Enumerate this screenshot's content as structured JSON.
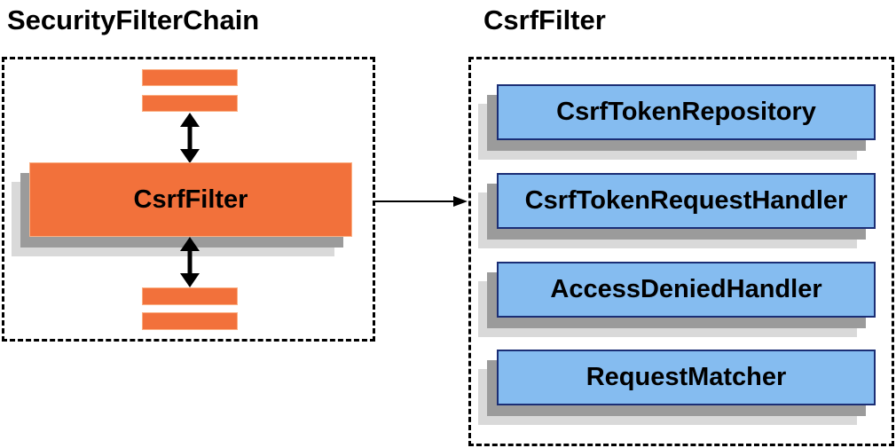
{
  "colors": {
    "background": "#ffffff",
    "text": "#000000",
    "orange": "#f2713b",
    "orange_border": "#fbb084",
    "blue_fill": "#85bcf0",
    "blue_border": "#1b2e75",
    "shadow_dark": "#9b9b9b",
    "shadow_light": "#d9d9d9",
    "arrow": "#000000",
    "dash": "#000000"
  },
  "security_filter_chain_panel": {
    "title": "SecurityFilterChain",
    "filter_node_label": "CsrfFilter",
    "placeholder_bar_count_above": 2,
    "placeholder_bar_count_below": 2
  },
  "csrf_filter_panel": {
    "title": "CsrfFilter",
    "components": [
      "CsrfTokenRepository",
      "CsrfTokenRequestHandler",
      "AccessDeniedHandler",
      "RequestMatcher"
    ]
  },
  "icons": {
    "vertical_arrows": "bidirectional-arrow-icon",
    "connector": "arrow-right-icon"
  }
}
